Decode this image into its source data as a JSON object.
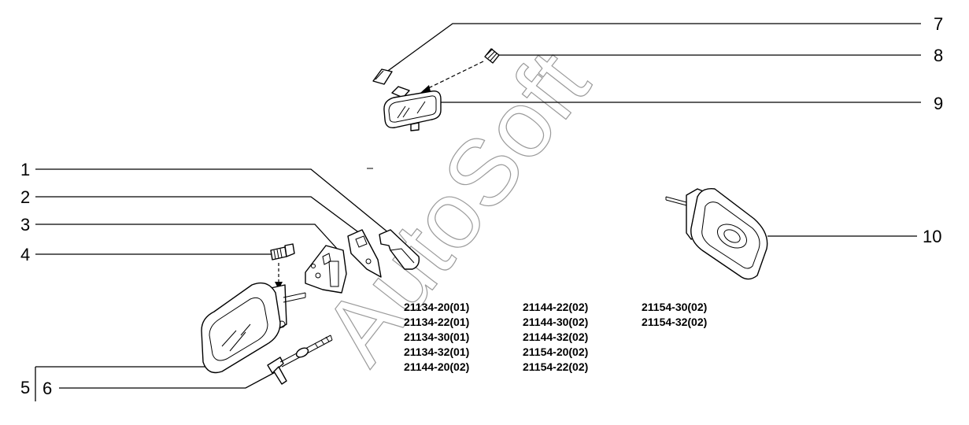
{
  "watermark": "AutoSoft",
  "callouts": {
    "c1": "1",
    "c2": "2",
    "c3": "3",
    "c4": "4",
    "c5": "5",
    "c6": "6",
    "c7": "7",
    "c8": "8",
    "c9": "9",
    "c10": "10"
  },
  "model_codes": {
    "col1": [
      "21134-20(01)",
      "21134-22(01)",
      "21134-30(01)",
      "21134-32(01)",
      "21144-20(02)"
    ],
    "col2": [
      "21144-22(02)",
      "21144-30(02)",
      "21144-32(02)",
      "21154-20(02)",
      "21154-22(02)"
    ],
    "col3": [
      "21154-30(02)",
      "21154-32(02)"
    ]
  }
}
